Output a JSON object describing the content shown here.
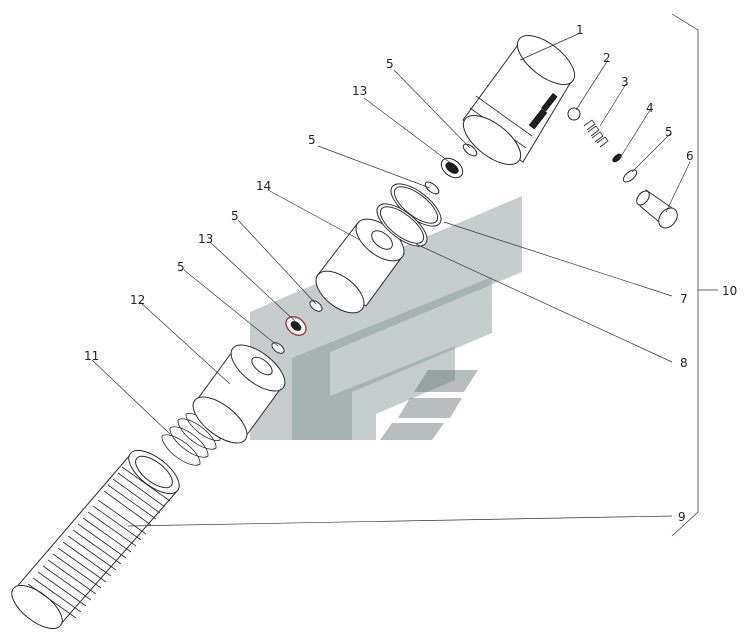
{
  "callouts": {
    "c1": "1",
    "c2": "2",
    "c3": "3",
    "c4": "4",
    "c5a": "5",
    "c5b": "5",
    "c5c": "5",
    "c5d": "5",
    "c5e": "5",
    "c6": "6",
    "c7": "7",
    "c8": "8",
    "c9": "9",
    "c10": "10",
    "c11": "11",
    "c12": "12",
    "c13a": "13",
    "c13b": "13",
    "c14": "14"
  },
  "colors": {
    "line": "#2a2a2a",
    "watermark": "#7f9390",
    "highlight_part_13": "#a33a3a"
  }
}
